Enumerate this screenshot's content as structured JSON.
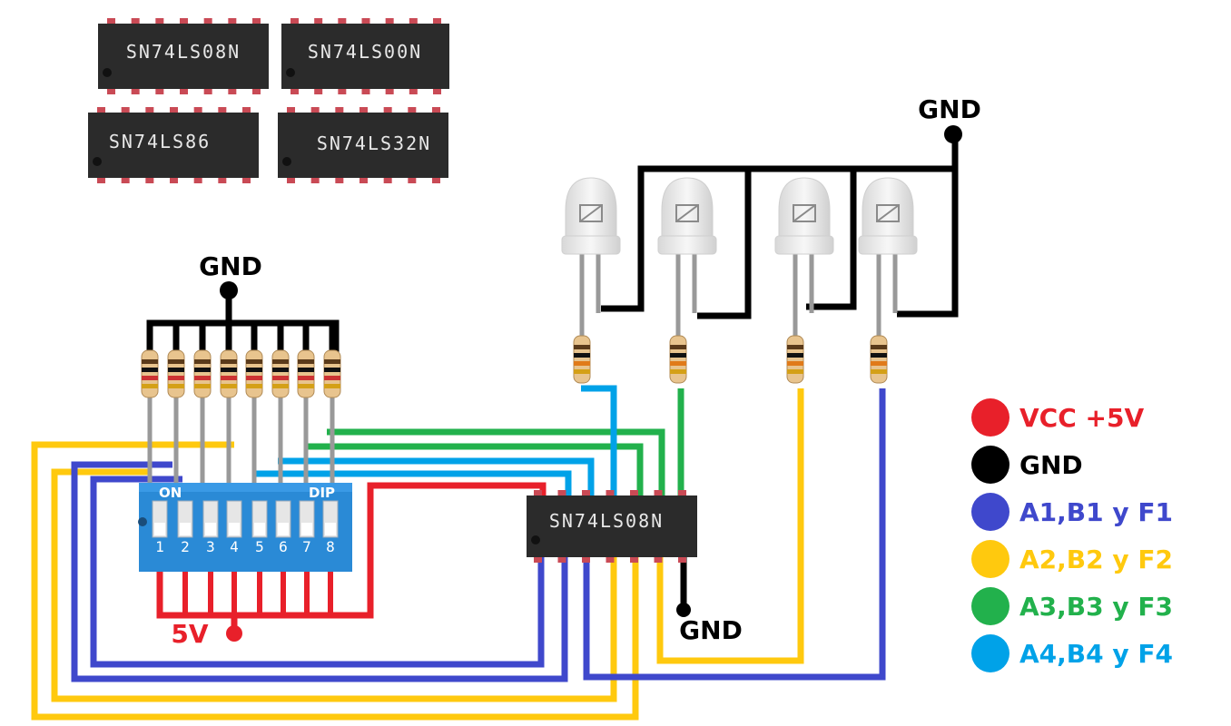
{
  "chips": {
    "top1": "SN74LS08N",
    "top2": "SN74LS00N",
    "top3": "SN74LS86",
    "top4": "SN74LS32N",
    "main": "SN74LS08N"
  },
  "labels": {
    "gnd_top": "GND",
    "gnd_resistors": "GND",
    "gnd_chip": "GND",
    "v5": "5V",
    "dip_on": "ON",
    "dip_brand": "DIP",
    "dip_numbers": [
      "1",
      "2",
      "3",
      "4",
      "5",
      "6",
      "7",
      "8"
    ]
  },
  "legend": [
    {
      "text": "VCC +5V",
      "color": "#e8202a"
    },
    {
      "text": "GND",
      "color": "#000000"
    },
    {
      "text": "A1,B1 y F1",
      "color": "#3f48cc"
    },
    {
      "text": "A2,B2 y F2",
      "color": "#ffc90e"
    },
    {
      "text": "A3,B3 y F3",
      "color": "#22b14c"
    },
    {
      "text": "A4,B4 y F4",
      "color": "#00a2e8"
    }
  ],
  "colors": {
    "red": "#e8202a",
    "black": "#000000",
    "blue": "#3f48cc",
    "yellow": "#ffc90e",
    "green": "#22b14c",
    "cyan": "#00a2e8",
    "dip_body": "#2a8ad6"
  }
}
